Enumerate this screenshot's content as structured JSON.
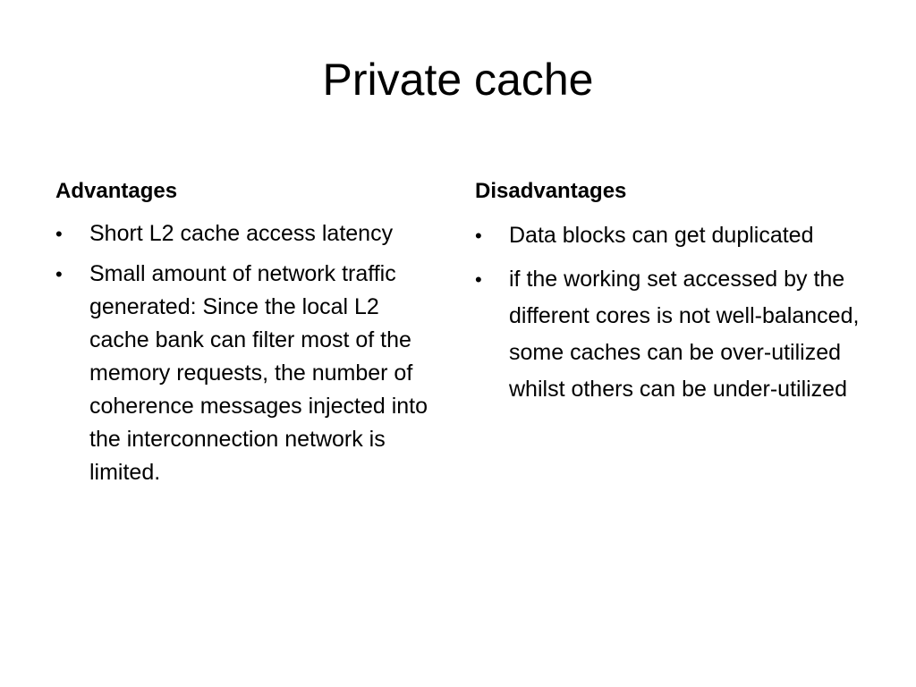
{
  "slide": {
    "title": "Private cache",
    "advantages": {
      "heading": "Advantages",
      "items": [
        "Short L2 cache access latency",
        "Small amount of network traffic generated: Since the local L2 cache bank can filter most of the memory requests, the number of coherence messages injected into the interconnection network is limited."
      ]
    },
    "disadvantages": {
      "heading": "Disadvantages",
      "items": [
        "Data blocks can get duplicated",
        "if the working set accessed by the different cores is not well-balanced, some caches can be over-utilized whilst others can be under-utilized"
      ]
    },
    "bullet_glyph": "•"
  }
}
